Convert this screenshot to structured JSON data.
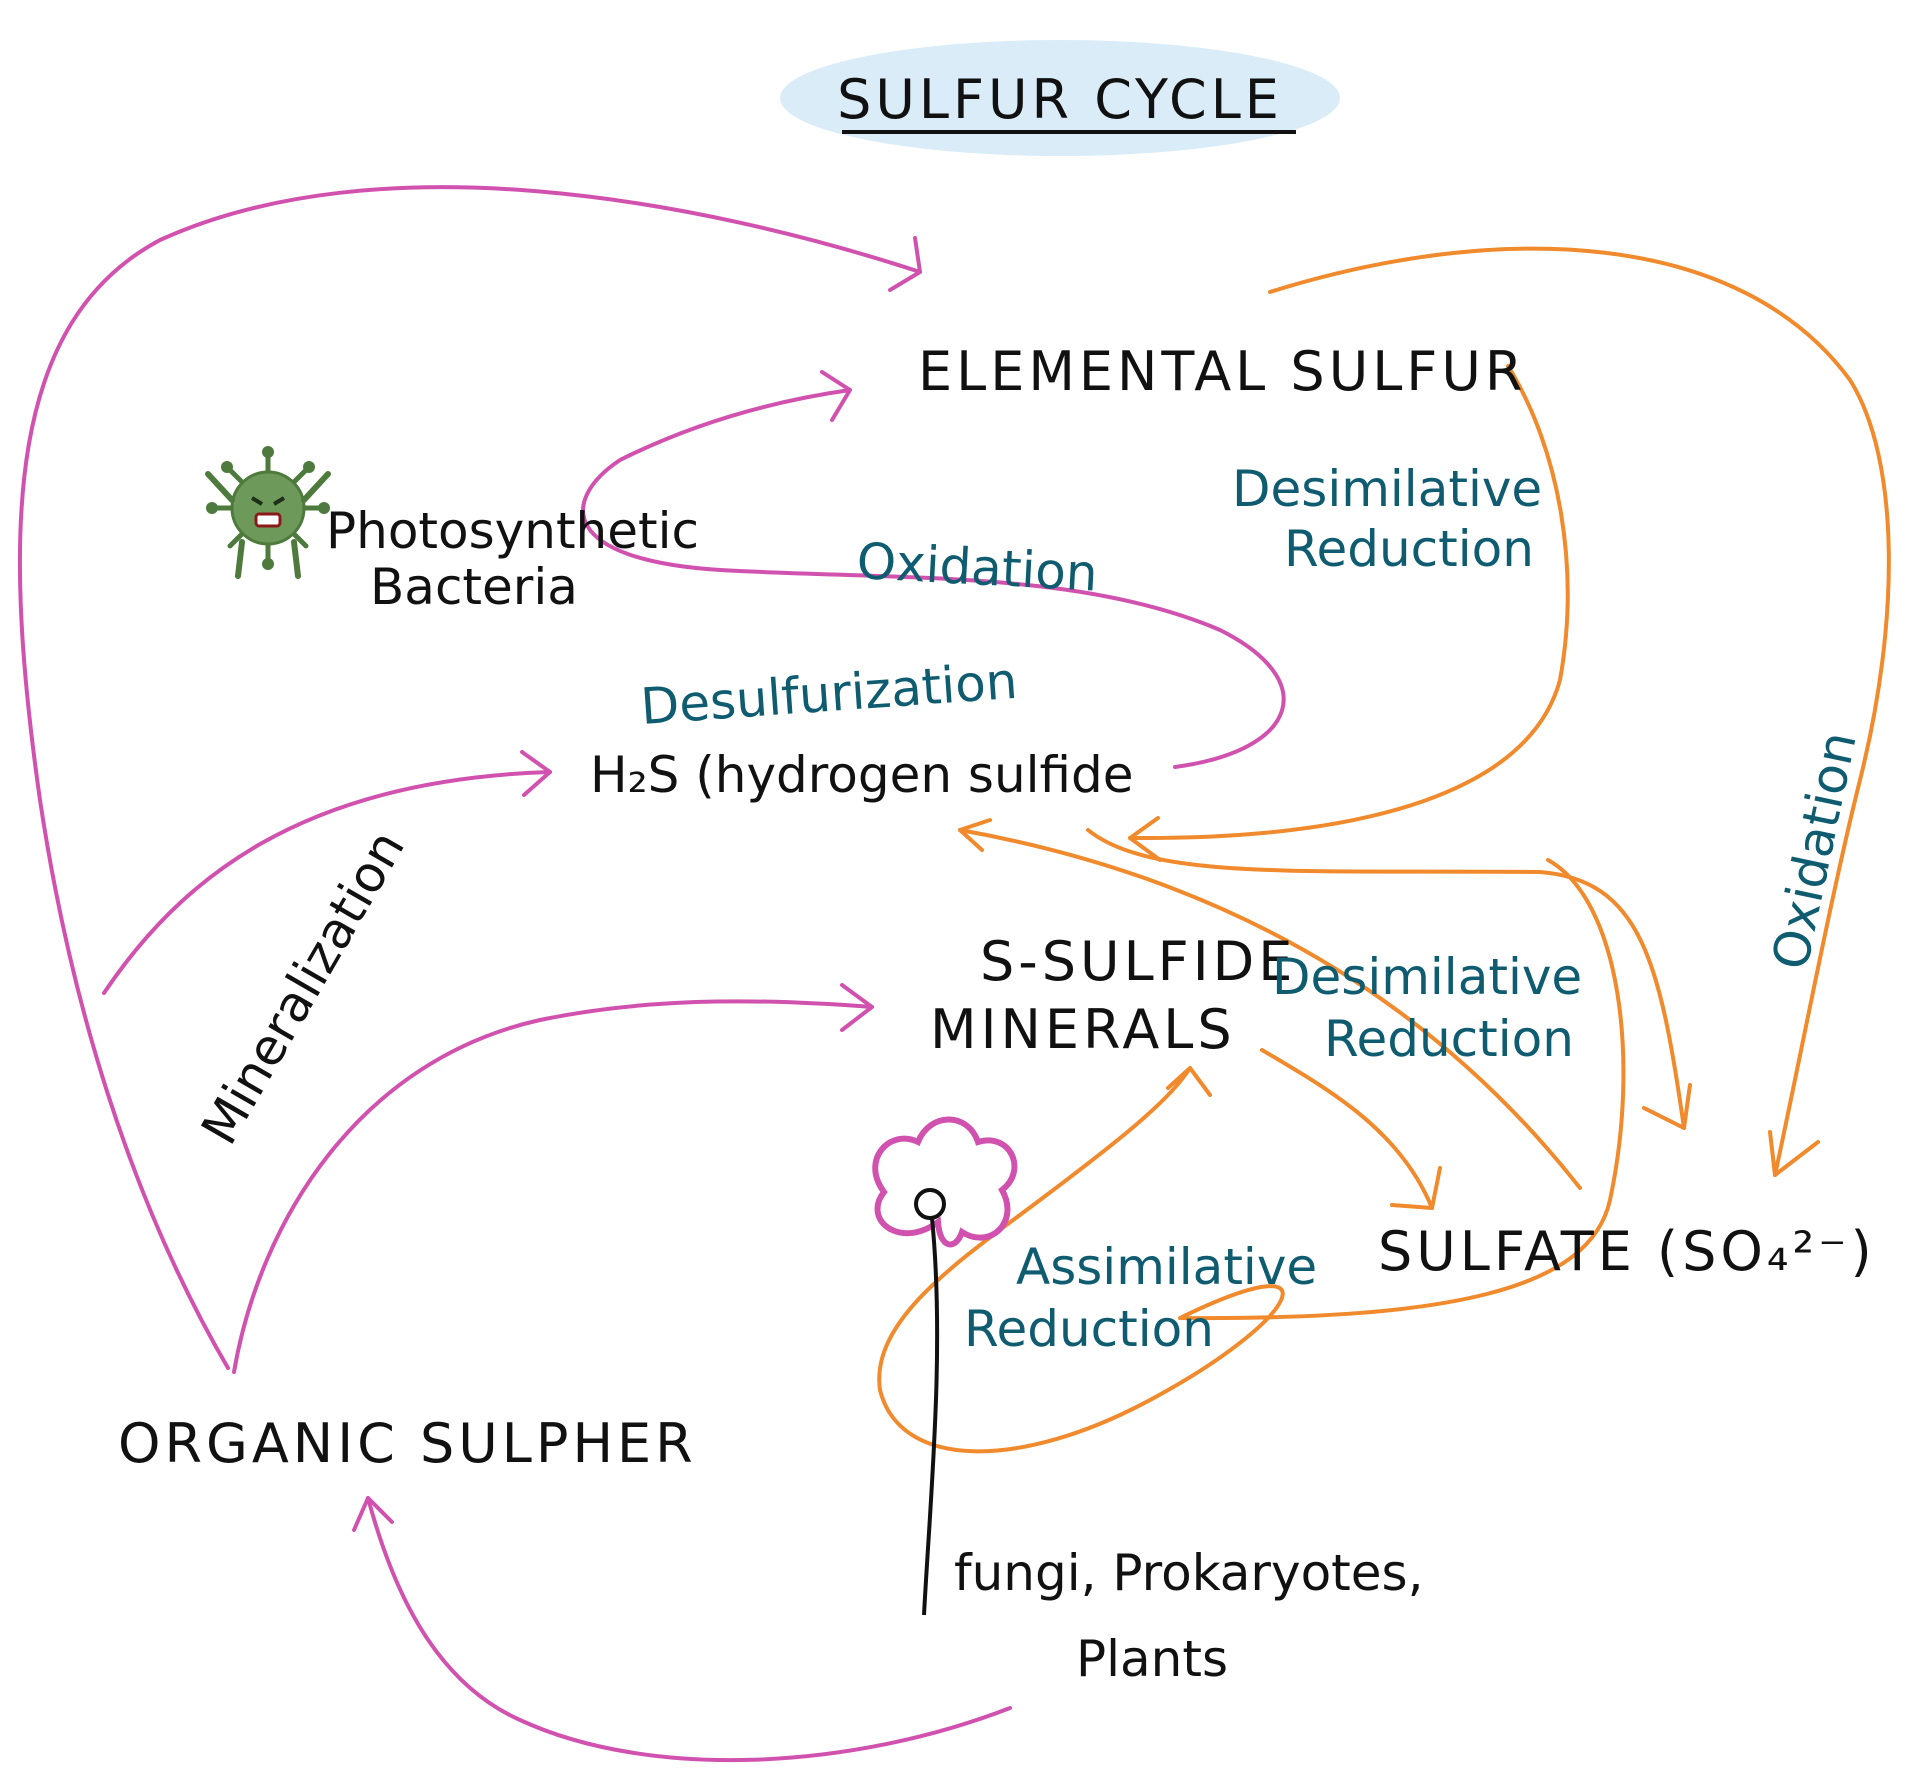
{
  "title": "SULFUR CYCLE",
  "colors": {
    "title_bubble": "#d9ecf8",
    "pink_arrow": "#d152ae",
    "orange_arrow": "#f08a2c",
    "label_teal": "#0f5c70",
    "text": "#111111",
    "bacteria": "#6d9a5a"
  },
  "nodes": {
    "elemental": "ELEMENTAL SULFUR",
    "h2s": "H₂S (hydrogen sulfide",
    "minerals_line1": "S-SULFIDE",
    "minerals_line2": "MINERALS",
    "sulfate": "SULFATE (SO₄²⁻)",
    "organic": "ORGANIC   SULPHER"
  },
  "actors": {
    "bacteria_line1": "Photosynthetic",
    "bacteria_line2": "Bacteria",
    "bacteria_icon": "virus-icon",
    "organisms_line1": "fungi, Prokaryotes,",
    "organisms_line2": "Plants",
    "organisms_icon": "flower-icon"
  },
  "labels": {
    "oxidation_top": "Oxidation",
    "desimilative_top_line1": "Desimilative",
    "desimilative_top_line2": "Reduction",
    "desulfurization": "Desulfurization",
    "mineralization": "Mineralization",
    "desimilative_mid_line1": "Desimilative",
    "desimilative_mid_line2": "Reduction",
    "oxidation_right": "Oxidation",
    "assimilative_line1": "Assimilative",
    "assimilative_line2": "Reduction"
  }
}
